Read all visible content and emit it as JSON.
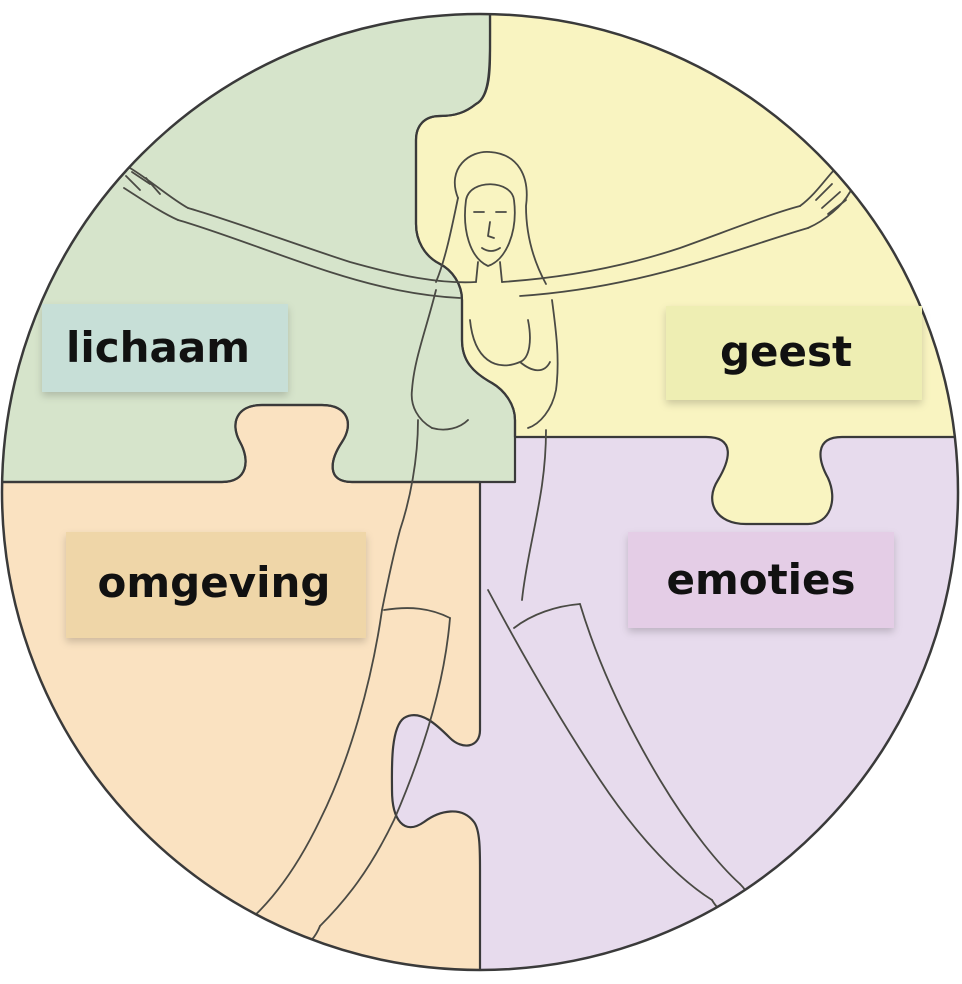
{
  "labels": {
    "body": "lichaam",
    "mind": "geest",
    "environment": "omgeving",
    "emotions": "emoties"
  },
  "colors": {
    "body_piece": "#d6e4cb",
    "mind_piece": "#f9f4c1",
    "environment_piece": "#fae2c1",
    "emotions_piece": "#e7dbed",
    "body_label_bg": "#c7dfd7",
    "mind_label_bg": "#eeeeb3",
    "environment_label_bg": "#efd6a8",
    "emotions_label_bg": "#e4cde6",
    "outline": "#3a3a3a",
    "figure_line": "#4a4a44"
  }
}
